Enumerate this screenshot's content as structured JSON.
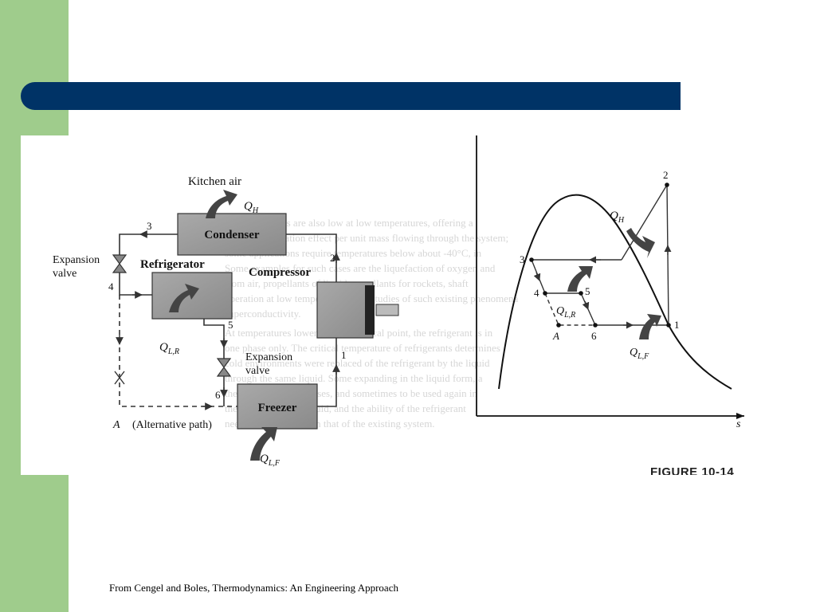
{
  "source_credit": "From Cengel and Boles, Thermodynamics: An Engineering Approach",
  "figure": {
    "caption": "FIGURE 10-14",
    "schematic": {
      "kitchen_air": "Kitchen air",
      "q_h": "Q",
      "q_h_sub": "H",
      "condenser": "Condenser",
      "expansion_valve_left": [
        "Expansion",
        "valve"
      ],
      "refrigerator": "Refrigerator",
      "compressor": "Compressor",
      "expansion_valve_right": [
        "Expansion",
        "valve"
      ],
      "freezer": "Freezer",
      "q_lr": "Q",
      "q_lr_sub": "L,R",
      "q_lf": "Q",
      "q_lf_sub": "L,F",
      "alternative_path": "(Alternative path)",
      "point_a": "A",
      "state_numbers": [
        "1",
        "2",
        "3",
        "4",
        "5",
        "6"
      ]
    },
    "ts_diagram": {
      "axis_label_s": "s",
      "q_h": "Q",
      "q_h_sub": "H",
      "q_lr": "Q",
      "q_lr_sub": "L,R",
      "q_lf": "Q",
      "q_lf_sub": "L,F",
      "point_a": "A",
      "state_numbers": [
        "1",
        "2",
        "3",
        "4",
        "5",
        "6"
      ]
    },
    "bleed_through_text": [
      "Vapor pressures are also low at low temperatures, offering a",
      "higher refrigeration effect per unit mass flowing through the system;",
      "some applications require temperatures below about -40°C, in",
      "Some examples for such cases are the liquefaction of oxygen and",
      "from air, propellants of liquid propellants for rockets, shaft",
      "operation at low temperatures, and studies of such existing phenomena",
      "superconductivity.",
      "At temperatures lower than the critical point, the refrigerant is in",
      "one phase only. The critical temperature of refrigerants determines",
      "cold environments were replaced of the refrigerant by the liquid",
      "through the same liquid. Some expanding in the liquid form, a",
      "the temperature increases, and sometimes to be used again in",
      "the enthalpy of the liquid, and the ability of the refrigerant",
      "needs to be higher than that of the existing system."
    ]
  }
}
